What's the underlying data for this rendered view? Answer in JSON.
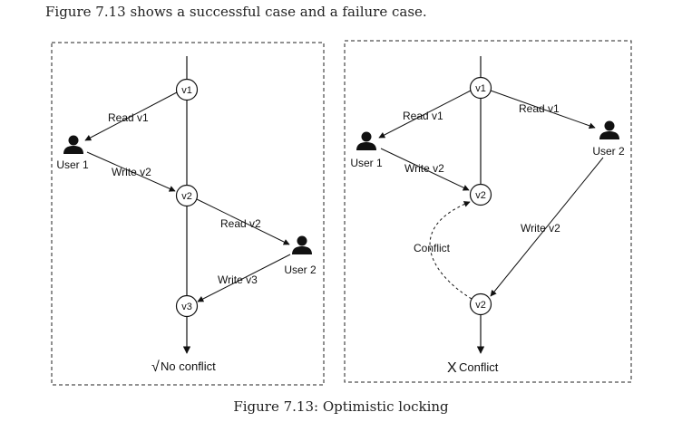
{
  "intro_text": "Figure 7.13 shows a successful case and a failure case.",
  "caption": "Figure 7.13: Optimistic locking",
  "left_panel": {
    "nodes": [
      "v1",
      "v2",
      "v3"
    ],
    "user1": "User 1",
    "user2": "User 2",
    "read_v1": "Read v1",
    "write_v2": "Write v2",
    "read_v2": "Read v2",
    "write_v3": "Write v3",
    "result_mark": "√",
    "result_text": "No conflict"
  },
  "right_panel": {
    "nodes": [
      "v1",
      "v2",
      "v2"
    ],
    "user1": "User 1",
    "user2": "User 2",
    "read_v1_user1": "Read v1",
    "read_v1_user2": "Read v1",
    "write_v2_user1": "Write v2",
    "write_v2_user2": "Write v2",
    "conflict_label": "Conflict",
    "result_mark": "X",
    "result_text": "Conflict"
  }
}
